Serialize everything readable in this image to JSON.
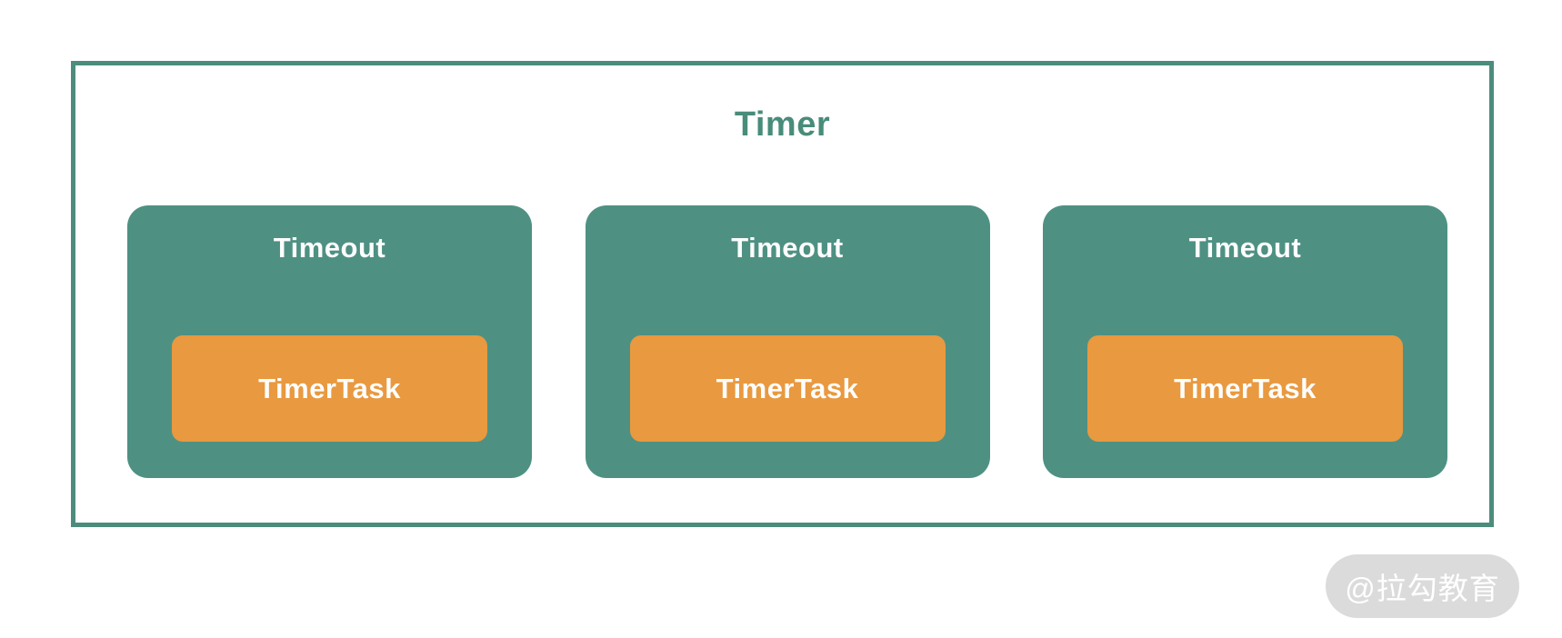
{
  "diagram": {
    "title": "Timer",
    "timeouts": [
      {
        "label": "Timeout",
        "task_label": "TimerTask"
      },
      {
        "label": "Timeout",
        "task_label": "TimerTask"
      },
      {
        "label": "Timeout",
        "task_label": "TimerTask"
      }
    ]
  },
  "watermark": {
    "text": "@拉勾教育"
  },
  "colors": {
    "frame_border": "#4C8C7D",
    "title_text": "#488C7A",
    "timeout_fill": "#4E9183",
    "timertask_fill": "#E9993F",
    "box_text": "#FDFDFD",
    "watermark_fill": "#DBDBDB",
    "watermark_text": "#FFFFFF",
    "background": "#FFFFFF"
  }
}
